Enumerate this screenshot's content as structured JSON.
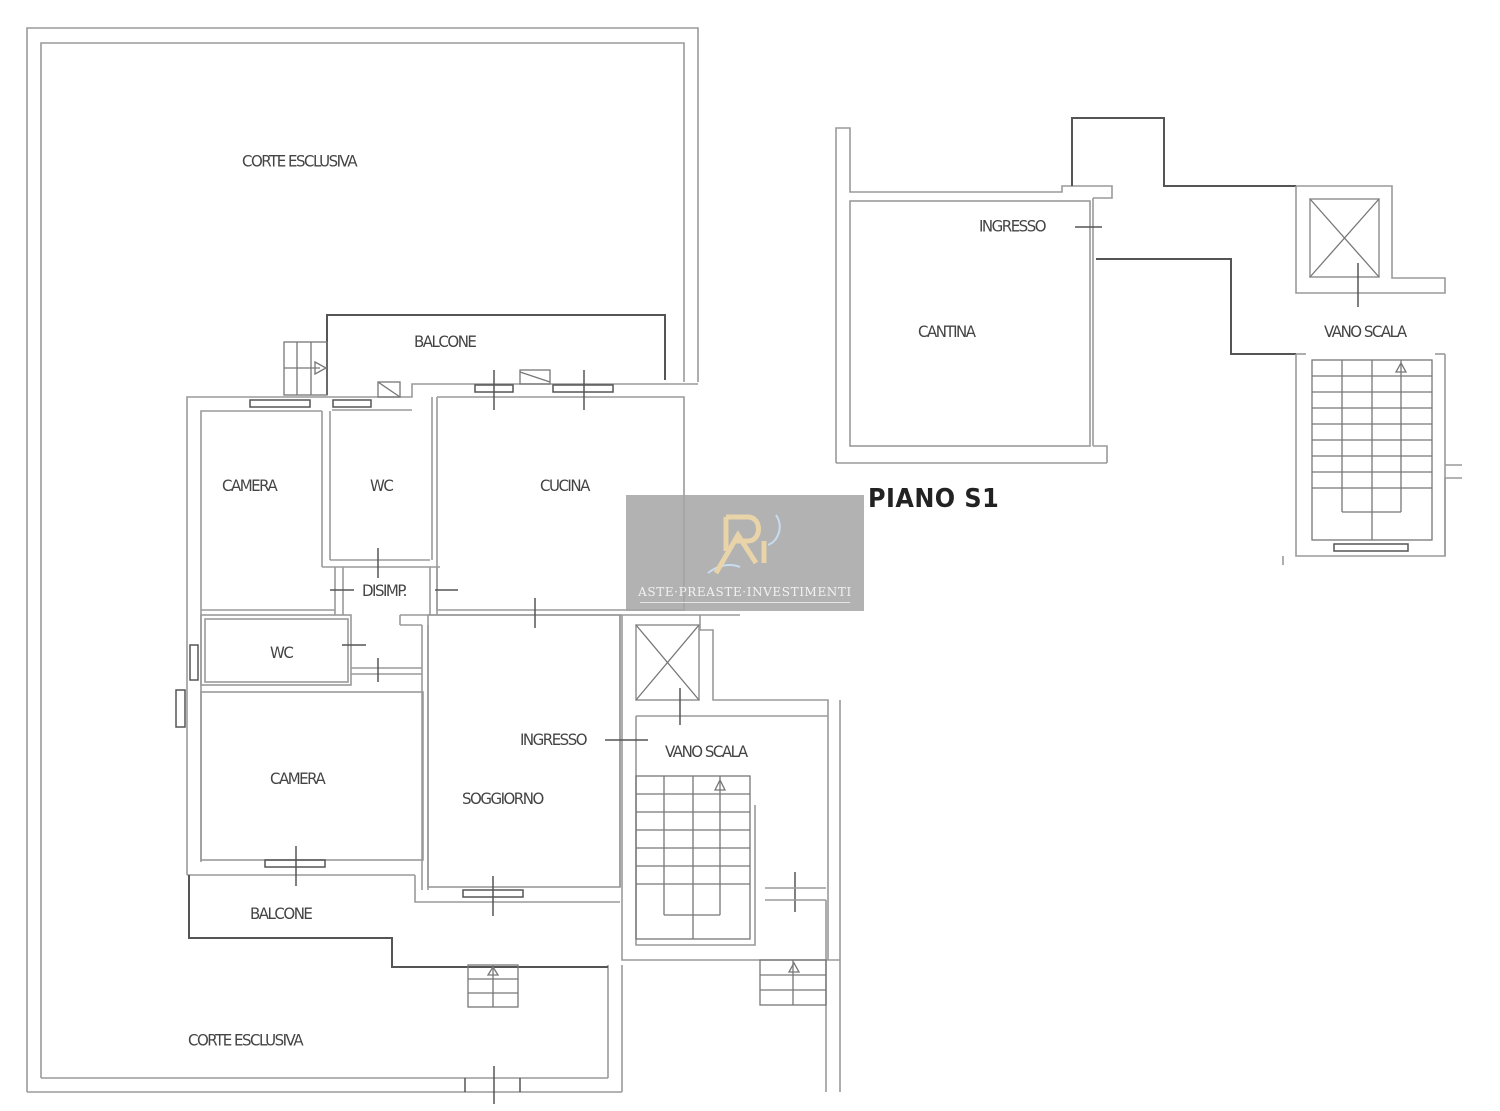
{
  "plan": {
    "floor_title": "PIANO S1",
    "rooms": {
      "corte_top": "CORTE ESCLUSIVA",
      "balcone_top": "BALCONE",
      "camera_1": "CAMERA",
      "wc_1": "WC",
      "cucina": "CUCINA",
      "disimpegno": "DISIMP.",
      "wc_2": "WC",
      "camera_2": "CAMERA",
      "ingresso_main": "INGRESSO",
      "soggiorno": "SOGGIORNO",
      "vano_scala_main": "VANO SCALA",
      "balcone_bottom": "BALCONE",
      "corte_bottom": "CORTE ESCLUSIVA",
      "ingresso_s1": "INGRESSO",
      "cantina": "CANTINA",
      "vano_scala_s1": "VANO SCALA"
    }
  },
  "watermark": {
    "brand_text": "ASTE·PREASTE·INVESTIMENTI",
    "logo_letters": "RI",
    "colors": {
      "logo_gold": "#e8d4a8",
      "swoosh_blue": "#c8dcef",
      "panel_gray": "#a5a5a5"
    }
  }
}
